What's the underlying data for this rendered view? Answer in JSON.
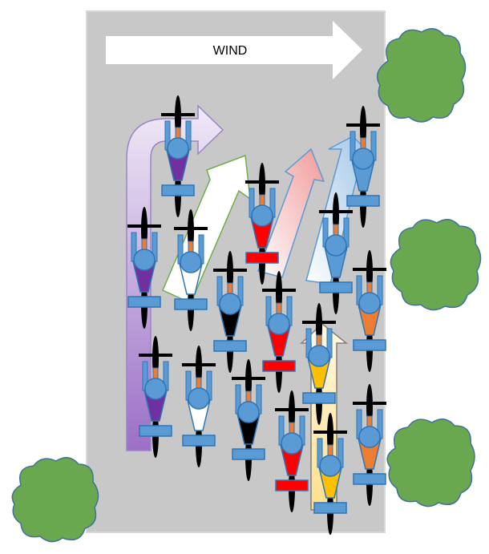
{
  "wind_label": "WIND",
  "colors": {
    "road": "#c8c8c8",
    "road_border": "#d9d9d9",
    "bush_fill": "#6aa84f",
    "bush_stroke": "#41719c",
    "rider_blue": "#5b9bd5",
    "rider_stroke": "#2e75b6",
    "bar_black": "#000000",
    "stem_orange": "#ed7d31",
    "team_purple": "#7030a0",
    "team_white": "#ffffff",
    "team_black": "#000000",
    "team_red": "#ff0000",
    "team_yellow": "#ffc000",
    "team_orange": "#ed7d31"
  },
  "bushes": [
    {
      "name": "bush-top-right"
    },
    {
      "name": "bush-middle-right"
    },
    {
      "name": "bush-bottom-right"
    },
    {
      "name": "bush-bottom-left"
    }
  ],
  "flow_arrows": [
    {
      "name": "purple-flow-arrow",
      "color": "#b4a7d6"
    },
    {
      "name": "white-flow-arrow",
      "color": "#ffffff"
    },
    {
      "name": "red-flow-arrow",
      "color": "#f4a7a7"
    },
    {
      "name": "blue-flow-arrow",
      "color": "#bdd7ee"
    },
    {
      "name": "yellow-flow-arrow",
      "color": "#ffe699"
    }
  ],
  "riders": [
    {
      "team": "purple",
      "color": "#7030a0"
    },
    {
      "team": "purple",
      "color": "#7030a0"
    },
    {
      "team": "purple",
      "color": "#7030a0"
    },
    {
      "team": "white",
      "color": "#ffffff"
    },
    {
      "team": "white",
      "color": "#ffffff"
    },
    {
      "team": "black",
      "color": "#000000"
    },
    {
      "team": "black",
      "color": "#000000"
    },
    {
      "team": "red",
      "color": "#ff0000"
    },
    {
      "team": "red",
      "color": "#ff0000"
    },
    {
      "team": "red",
      "color": "#ff0000"
    },
    {
      "team": "blue",
      "color": "#5b9bd5"
    },
    {
      "team": "blue",
      "color": "#5b9bd5"
    },
    {
      "team": "yellow",
      "color": "#ffc000"
    },
    {
      "team": "yellow",
      "color": "#ffc000"
    },
    {
      "team": "orange",
      "color": "#ed7d31"
    },
    {
      "team": "orange",
      "color": "#ed7d31"
    }
  ]
}
